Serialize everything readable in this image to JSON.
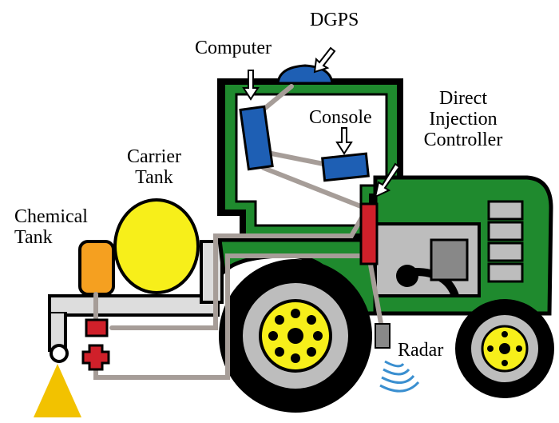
{
  "labels": {
    "dgps": "DGPS",
    "computer": "Computer",
    "console": "Console",
    "direct_injection_controller": [
      "Direct",
      "Injection",
      "Controller"
    ],
    "carrier_tank": [
      "Carrier",
      "Tank"
    ],
    "chemical_tank": [
      "Chemical",
      "Tank"
    ],
    "radar": "Radar"
  },
  "colors": {
    "tractor_green": "#1f8a2e",
    "component_blue": "#1e5fb4",
    "controller_red": "#d0202a",
    "carrier_tank_yellow": "#f7ef1a",
    "chemical_tank_orange": "#f5a020",
    "pipe_grey": "#a69d98"
  }
}
